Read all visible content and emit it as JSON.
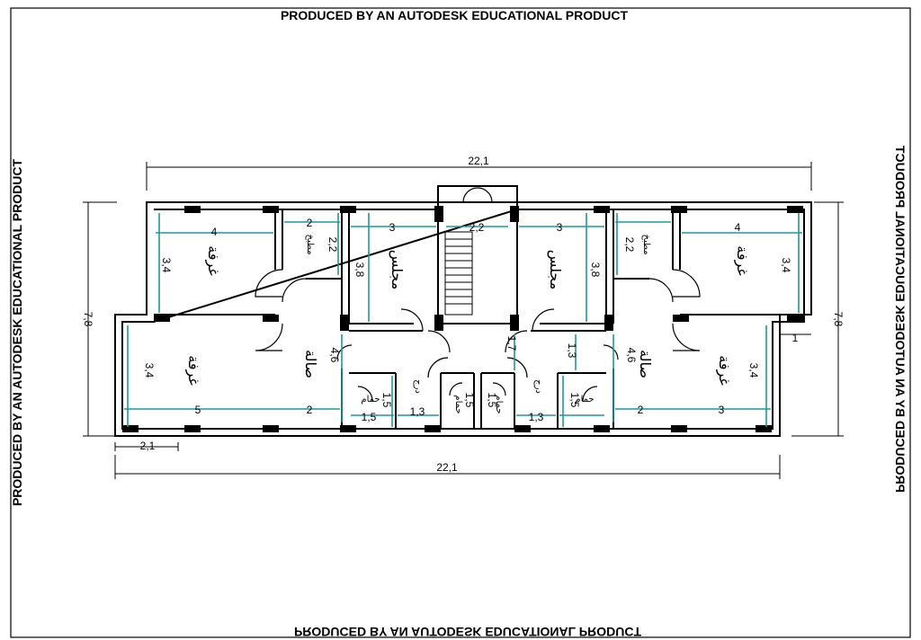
{
  "stamps": {
    "top": "PRODUCED BY AN AUTODESK EDUCATIONAL PRODUCT",
    "left": "PRODUCED BY AN AUTODESK EDUCATIONAL PRODUCT",
    "right": "PRODUCED BY AN AUTODESK EDUCATIONAL PRODUCT",
    "bottom": "PRODUCED BY AN AUTODESK EDUCATIONAL PRODUCT"
  },
  "overall": {
    "width_top": "22,1",
    "width_bottom": "22,1",
    "height_left": "7,8",
    "height_right": "7,8",
    "offset_left": "2,1",
    "offset_right": "1"
  },
  "rooms": {
    "bedroom": "غرفة",
    "majlis": "مجلس",
    "hall": "صالة",
    "kitchen": "مطبخ",
    "bath": "حمام",
    "stair": "درج"
  },
  "dims": {
    "d4": "4",
    "d34": "3,4",
    "d5": "5",
    "d2": "2",
    "d22": "2,2",
    "d3": "3",
    "d38": "3,8",
    "d46": "4,6",
    "d15": "1,5",
    "d13": "1,3",
    "d17": "1,7",
    "d1": "1"
  }
}
